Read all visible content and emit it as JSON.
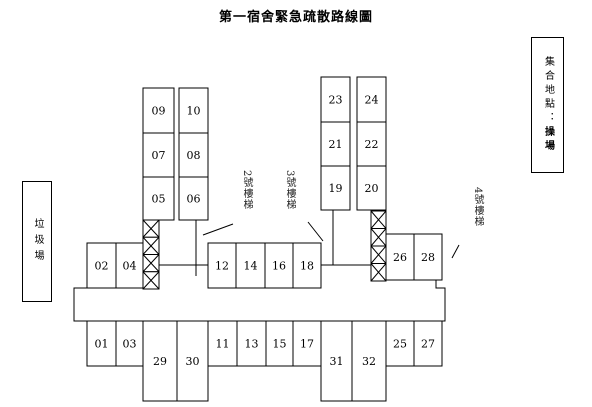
{
  "title": "第一宿舍緊急疏散路線圖",
  "garbage_area": {
    "label": "垃圾場"
  },
  "assembly_point": {
    "label": "集合地點：",
    "place": "操場"
  },
  "stairs": [
    {
      "id": "2",
      "label": "2號樓梯"
    },
    {
      "id": "3",
      "label": "3號樓梯"
    },
    {
      "id": "4",
      "label": "4號樓梯"
    }
  ],
  "rooms": [
    "01",
    "02",
    "03",
    "04",
    "05",
    "06",
    "07",
    "08",
    "09",
    "10",
    "11",
    "12",
    "13",
    "14",
    "15",
    "16",
    "17",
    "18",
    "19",
    "20",
    "21",
    "22",
    "23",
    "24",
    "25",
    "26",
    "27",
    "28",
    "29",
    "30",
    "31",
    "32"
  ]
}
